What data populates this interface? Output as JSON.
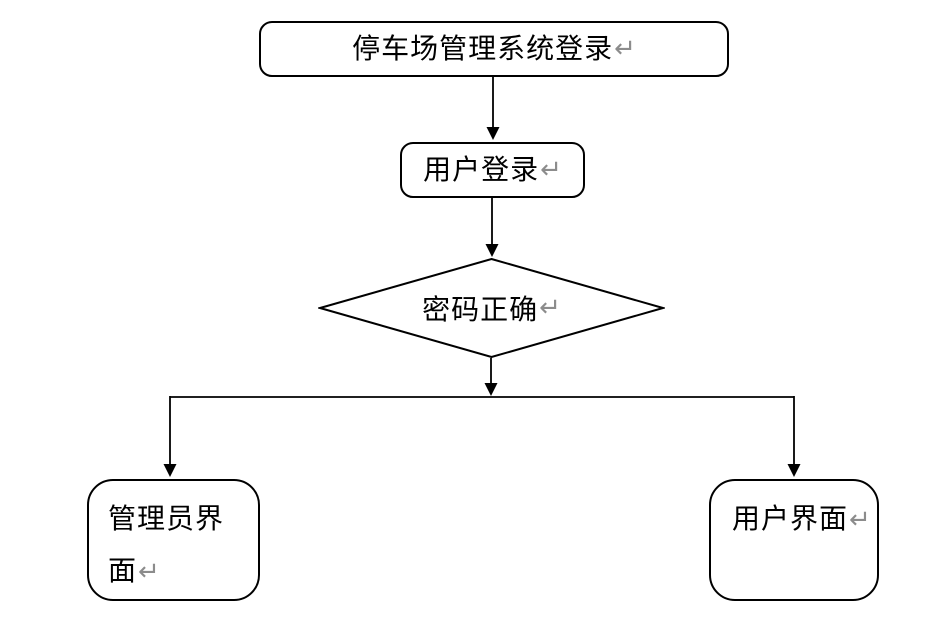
{
  "diagram": {
    "type": "flowchart",
    "return_mark": "↵",
    "colors": {
      "stroke": "#000000",
      "shape_fill": "#ffffff",
      "text": "#000000",
      "return_mark": "#8c8c8c",
      "background": "#ffffff"
    },
    "nodes": {
      "start": {
        "shape": "rounded-rect",
        "label": "停车场管理系统登录",
        "lines": [
          "停车场管理系统登录"
        ]
      },
      "login": {
        "shape": "rounded-rect",
        "label": "用户登录",
        "lines": [
          "用户登录"
        ]
      },
      "decision": {
        "shape": "diamond",
        "label": "密码正确",
        "lines": [
          "密码正确"
        ]
      },
      "admin": {
        "shape": "rounded-rect",
        "label": "管理员界面",
        "lines": [
          "管理员界",
          "面"
        ]
      },
      "user": {
        "shape": "rounded-rect",
        "label": "用户界面",
        "lines": [
          "用户界面"
        ]
      }
    },
    "edges": [
      {
        "from": "start",
        "to": "login"
      },
      {
        "from": "login",
        "to": "decision"
      },
      {
        "from": "decision",
        "to": "branch-junction"
      },
      {
        "from": "branch-junction",
        "to": "admin"
      },
      {
        "from": "branch-junction",
        "to": "user"
      }
    ]
  }
}
